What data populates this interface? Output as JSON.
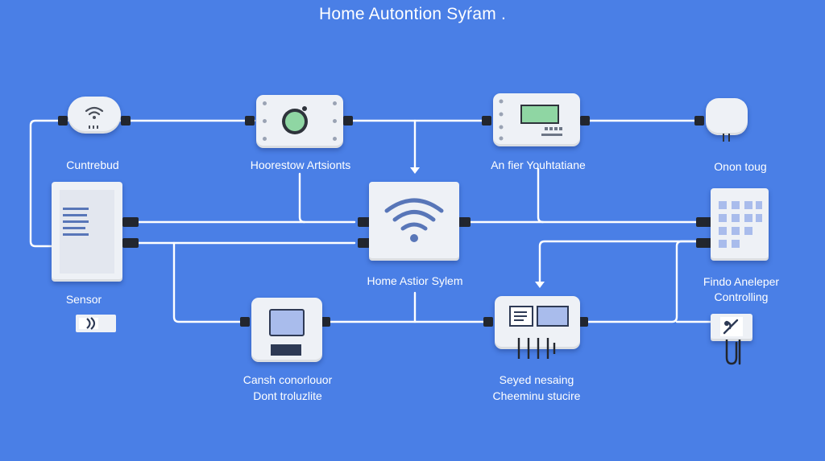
{
  "title": "Home Autontion Syŕam .",
  "nodes": {
    "router": {
      "label": "Cuntrebud"
    },
    "camera": {
      "label": "Hoorestow Artsionts"
    },
    "thermostat": {
      "label": "An fier Youhtatiane"
    },
    "bulb": {
      "label": "Onon toug"
    },
    "sensor": {
      "label": "Sensor"
    },
    "hub": {
      "label": "Home Astior Sylem"
    },
    "keypad": {
      "label_line1": "Findo Aneleper",
      "label_line2": "Controlling"
    },
    "monitor": {
      "label_line1": "Cansh conorlouor",
      "label_line2": "Dont troluzlite"
    },
    "controller": {
      "label_line1": "Seyed nesaing",
      "label_line2": "Cheeminu stucire"
    }
  },
  "colors": {
    "background": "#4a7fe6",
    "device": "#eef1f6",
    "wire": "#ffffff",
    "port": "#22262e",
    "screen_green": "#8fd6a3",
    "screen_blue": "#a9bcec",
    "icon_blue": "#5876b8"
  }
}
